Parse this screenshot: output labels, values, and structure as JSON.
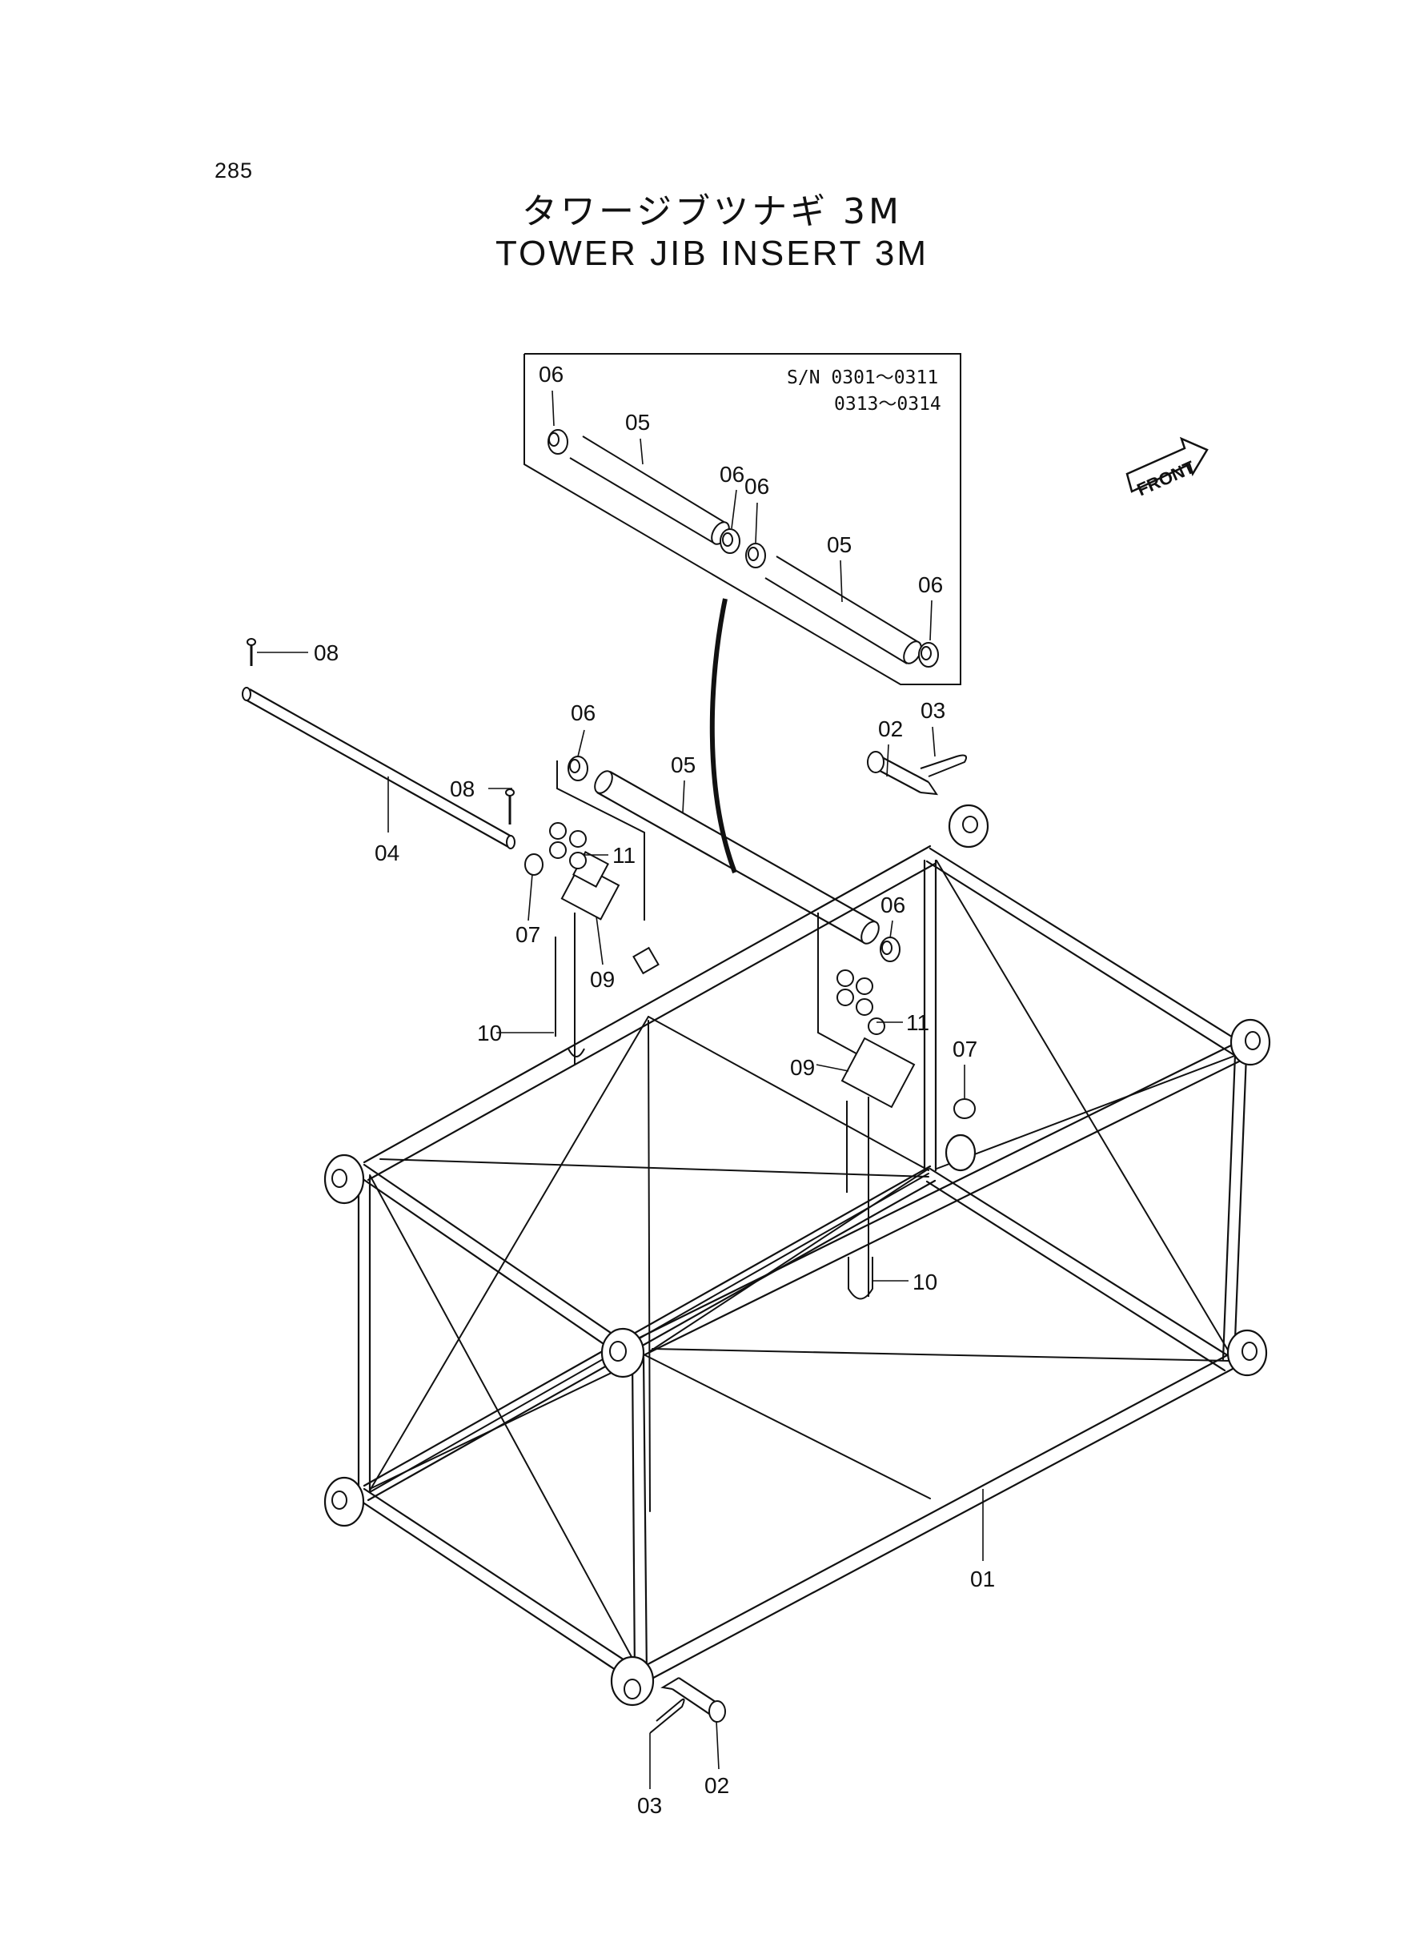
{
  "page": {
    "number": "285",
    "title_jp": "タワージブツナギ 3M",
    "title_en": "TOWER JIB INSERT 3M"
  },
  "inset": {
    "serial_line1": "S/N 0301～0311",
    "serial_line2": "0313～0314"
  },
  "front_label": "FRONT",
  "callouts": {
    "c01": "01",
    "c02a": "02",
    "c02b": "02",
    "c03a": "03",
    "c03b": "03",
    "c04": "04",
    "c05a": "05",
    "c05b": "05",
    "c05c": "05",
    "c06a": "06",
    "c06b": "06",
    "c06c": "06",
    "c06d": "06",
    "c06e": "06",
    "c06f": "06",
    "c07a": "07",
    "c07b": "07",
    "c08a": "08",
    "c08b": "08",
    "c09a": "09",
    "c09b": "09",
    "c10a": "10",
    "c10b": "10",
    "c11a": "11",
    "c11b": "11"
  }
}
